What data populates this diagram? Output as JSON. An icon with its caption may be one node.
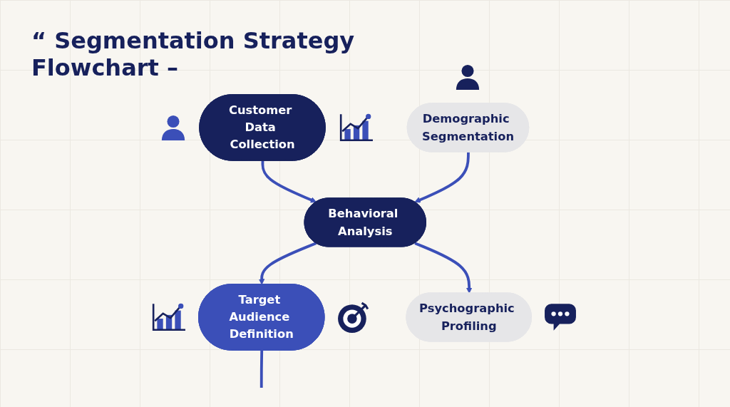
{
  "diagram": {
    "title": "“ Segmentation Strategy Flowchart –",
    "nodes": [
      {
        "text": [
          "Customer Data Collection"
        ]
      },
      {
        "text": [
          "Demographic Segmentation"
        ]
      },
      {
        "text": [
          "Behavioral Analysis"
        ]
      },
      {
        "text": [
          "Psychographic Profiling"
        ]
      },
      {
        "text": [
          "Target Audience Definition"
        ]
      }
    ],
    "edges": [
      {
        "from": 0,
        "to": 2,
        "arrow": "to"
      },
      {
        "from": 1,
        "to": 2,
        "arrow": "to"
      },
      {
        "from": 2,
        "to": 3,
        "arrow": "to"
      },
      {
        "from": 2,
        "to": 4,
        "arrow": "to"
      },
      {
        "from": 4,
        "to": null,
        "arrow": "none"
      }
    ]
  }
}
